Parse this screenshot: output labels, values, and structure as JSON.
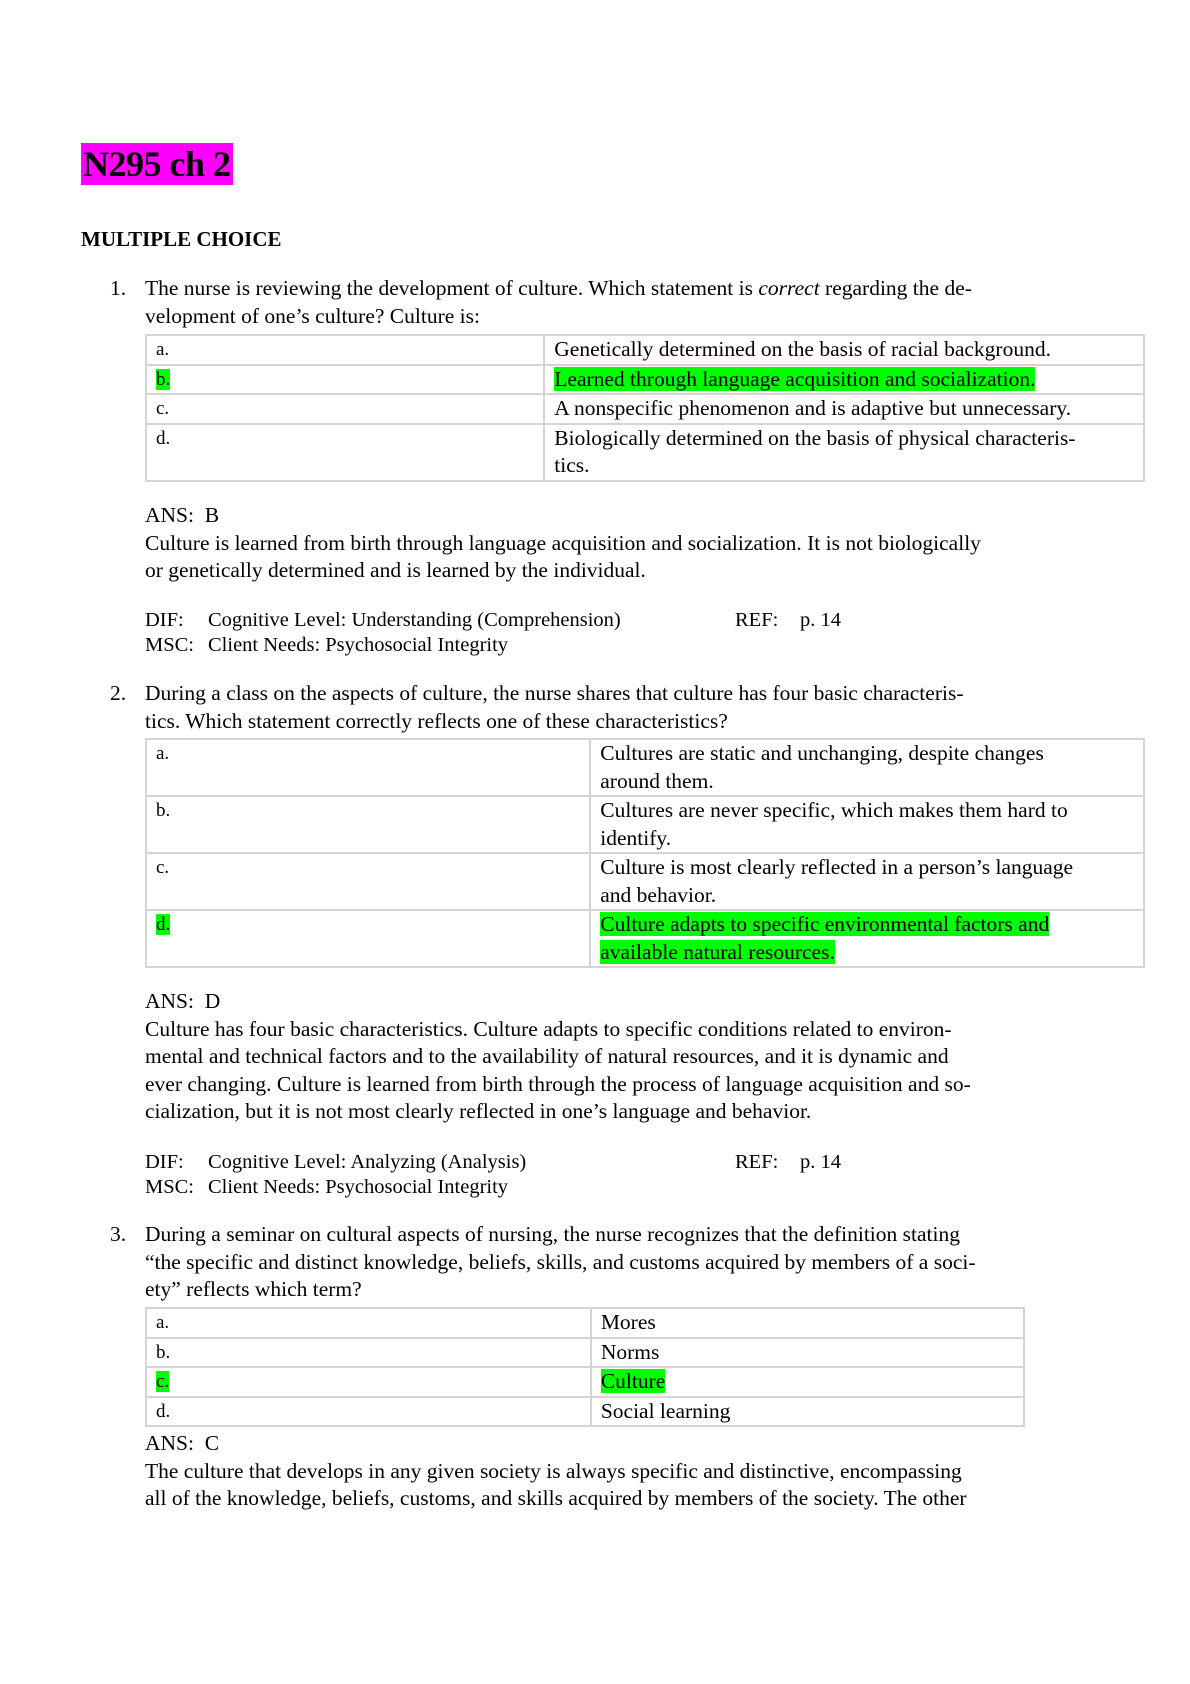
{
  "document": {
    "title": "N295 ch 2",
    "section": "MULTIPLE CHOICE"
  },
  "questions": [
    {
      "number": "1.",
      "stem_lines": [
        "The nurse is reviewing the development of culture. Which statement is {i}correct{/i} regarding the de-",
        "velopment of one’s culture? Culture is:"
      ],
      "stem_part1": "The nurse is reviewing the development of culture. Which statement is ",
      "stem_emph": "correct",
      "stem_part2": " regarding the de-",
      "stem_line2": "velopment of one’s culture? Culture is:",
      "options": [
        {
          "letter": "a.",
          "text_lines": [
            "Genetically determined on the basis of racial background."
          ],
          "correct": false
        },
        {
          "letter": "b.",
          "text_lines": [
            "Learned through language acquisition and socialization."
          ],
          "correct": true
        },
        {
          "letter": "c.",
          "text_lines": [
            "A nonspecific phenomenon and is adaptive but unnecessary."
          ],
          "correct": false
        },
        {
          "letter": "d.",
          "text_lines": [
            "Biologically determined on the basis of physical characteris-",
            "tics."
          ],
          "correct": false
        }
      ],
      "answer_label": "ANS:",
      "answer": "B",
      "rationale_lines": [
        "Culture is learned from birth through language acquisition and socialization. It is not biologically",
        "or genetically determined and is learned by the individual."
      ],
      "dif_label": "DIF:",
      "dif": "Cognitive Level: Understanding (Comprehension)",
      "ref_label": "REF:",
      "ref": "p. 14",
      "msc_label": "MSC:",
      "msc": "Client Needs: Psychosocial Integrity"
    },
    {
      "number": "2.",
      "stem_lines": [
        "During a class on the aspects of culture, the nurse shares that culture has four basic characteris-",
        "tics. Which statement correctly reflects one of these characteristics?"
      ],
      "options": [
        {
          "letter": "a.",
          "text_lines": [
            "Cultures are static and unchanging, despite changes",
            "around them."
          ],
          "correct": false
        },
        {
          "letter": "b.",
          "text_lines": [
            "Cultures are never specific, which makes them hard to",
            "identify."
          ],
          "correct": false
        },
        {
          "letter": "c.",
          "text_lines": [
            "Culture is most clearly reflected in a person’s language",
            "and behavior."
          ],
          "correct": false
        },
        {
          "letter": "d.",
          "text_lines": [
            "Culture adapts to specific environmental factors and",
            "available natural resources."
          ],
          "correct": true
        }
      ],
      "answer_label": "ANS:",
      "answer": "D",
      "rationale_lines": [
        "Culture has four basic characteristics. Culture adapts to specific conditions related to environ-",
        "mental and technical factors and to the availability of natural resources, and it is dynamic and",
        "ever changing. Culture is learned from birth through the process of language acquisition and so-",
        "cialization, but it is not most clearly reflected in one’s language and behavior."
      ],
      "dif_label": "DIF:",
      "dif": "Cognitive Level: Analyzing (Analysis)",
      "ref_label": "REF:",
      "ref": "p. 14",
      "msc_label": "MSC:",
      "msc": "Client Needs: Psychosocial Integrity"
    },
    {
      "number": "3.",
      "stem_lines": [
        "During a seminar on cultural aspects of nursing, the nurse recognizes that the definition stating",
        "“the specific and distinct knowledge, beliefs, skills, and customs acquired by members of a soci-",
        "ety” reflects which term?"
      ],
      "options": [
        {
          "letter": "a.",
          "text_lines": [
            "Mores"
          ],
          "correct": false
        },
        {
          "letter": "b.",
          "text_lines": [
            "Norms"
          ],
          "correct": false
        },
        {
          "letter": "c.",
          "text_lines": [
            "Culture"
          ],
          "correct": true
        },
        {
          "letter": "d.",
          "text_lines": [
            "Social learning"
          ],
          "correct": false
        }
      ],
      "answer_label": "ANS:",
      "answer": "C",
      "rationale_lines": [
        "The culture that develops in any given society is always specific and distinctive, encompassing",
        "all of the knowledge, beliefs, customs, and skills acquired by members of the society. The other"
      ]
    }
  ],
  "colors": {
    "title_highlight": "#ff00ff",
    "answer_highlight": "#00ff00",
    "table_border": "#d4d4d4"
  }
}
